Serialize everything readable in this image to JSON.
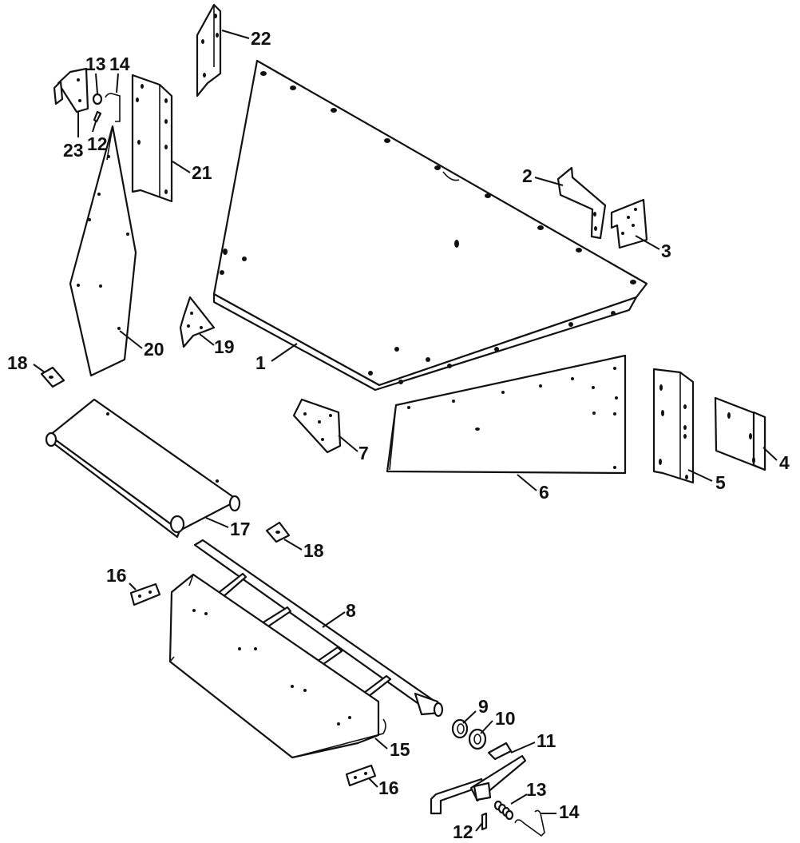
{
  "diagram": {
    "callouts": [
      {
        "id": "c1",
        "label": "1"
      },
      {
        "id": "c2",
        "label": "2"
      },
      {
        "id": "c3",
        "label": "3"
      },
      {
        "id": "c4",
        "label": "4"
      },
      {
        "id": "c5",
        "label": "5"
      },
      {
        "id": "c6",
        "label": "6"
      },
      {
        "id": "c7",
        "label": "7"
      },
      {
        "id": "c8",
        "label": "8"
      },
      {
        "id": "c9",
        "label": "9"
      },
      {
        "id": "c10",
        "label": "10"
      },
      {
        "id": "c11",
        "label": "11"
      },
      {
        "id": "c12a",
        "label": "12"
      },
      {
        "id": "c12b",
        "label": "12"
      },
      {
        "id": "c13a",
        "label": "13"
      },
      {
        "id": "c13b",
        "label": "13"
      },
      {
        "id": "c14a",
        "label": "14"
      },
      {
        "id": "c14b",
        "label": "14"
      },
      {
        "id": "c15",
        "label": "15"
      },
      {
        "id": "c16a",
        "label": "16"
      },
      {
        "id": "c16b",
        "label": "16"
      },
      {
        "id": "c17",
        "label": "17"
      },
      {
        "id": "c18a",
        "label": "18"
      },
      {
        "id": "c18b",
        "label": "18"
      },
      {
        "id": "c19",
        "label": "19"
      },
      {
        "id": "c20",
        "label": "20"
      },
      {
        "id": "c21",
        "label": "21"
      },
      {
        "id": "c22",
        "label": "22"
      },
      {
        "id": "c23",
        "label": "23"
      }
    ]
  }
}
